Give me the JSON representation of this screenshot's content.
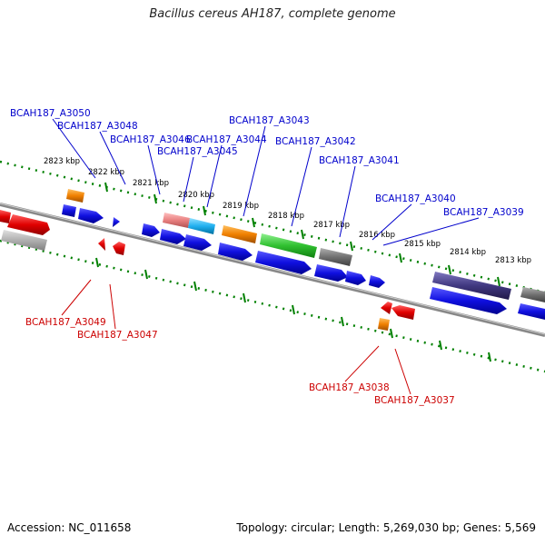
{
  "title": "Bacillus cereus AH187, complete genome",
  "footer": {
    "accession": "Accession: NC_011658",
    "summary": "Topology: circular; Length: 5,269,030 bp; Genes: 5,569"
  },
  "ruler": {
    "ticks": [
      "2823 kbp",
      "2822 kbp",
      "2821 kbp",
      "2820 kbp",
      "2819 kbp",
      "2818 kbp",
      "2817 kbp",
      "2816 kbp",
      "2815 kbp",
      "2814 kbp",
      "2813 kbp"
    ]
  },
  "labels": {
    "plus": [
      "BCAH187_A3050",
      "BCAH187_A3048",
      "BCAH187_A3046",
      "BCAH187_A3044",
      "BCAH187_A3045",
      "BCAH187_A3043",
      "BCAH187_A3042",
      "BCAH187_A3041",
      "BCAH187_A3040",
      "BCAH187_A3039"
    ],
    "minus": [
      "BCAH187_A3049",
      "BCAH187_A3047",
      "BCAH187_A3038",
      "BCAH187_A3037"
    ]
  },
  "colors": {
    "plus_label": "#0000cc",
    "minus_label": "#cc0000",
    "cds_blue": "#1010e0",
    "cds_red": "#e00000",
    "orange": "#f08000",
    "pink": "#e88080",
    "cyan": "#20b0f0",
    "green": "#30c030",
    "gray": "#707070",
    "navy": "#403880",
    "tick_green": "#008000"
  }
}
